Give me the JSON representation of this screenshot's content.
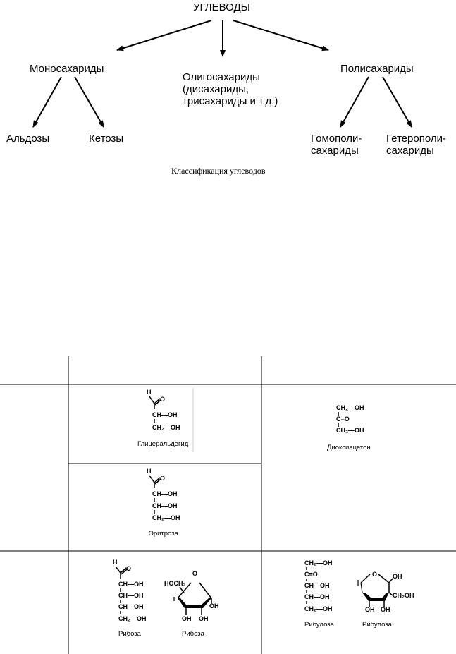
{
  "tree": {
    "root": "УГЛЕВОДЫ",
    "mono": "Моносахариды",
    "oligo": [
      "Олигосахариды",
      "(дисахариды,",
      "трисахариды и т.д.)"
    ],
    "poly": "Полисахариды",
    "aldoses": "Альдозы",
    "ketoses": "Кетозы",
    "homo": [
      "Гомополи-",
      "сахариды"
    ],
    "hetero": [
      "Гетерополи-",
      "сахариды"
    ],
    "caption": "Классификация углеводов"
  },
  "table": {
    "cells": {
      "glyceraldehyde": "Глицеральдегид",
      "dihydroxyacetone": "Диоксиацетон",
      "erythrose": "Эритроза",
      "ribose_chain": "Рибоза",
      "ribose_ring": "Рибоза",
      "ribulose_chain": "Рибулоза",
      "ribulose_ring": "Рибулоза"
    }
  },
  "chem": {
    "H": "H",
    "O": "O",
    "CHOH": "CH—OH",
    "CH2OH": "CH₂—OH",
    "CH2OH_top": "CH₂—OH",
    "CO": "C=O",
    "HOCH2": "HOCH₂",
    "OH": "OH",
    "CH2OH_ring": "CH₂OH"
  }
}
